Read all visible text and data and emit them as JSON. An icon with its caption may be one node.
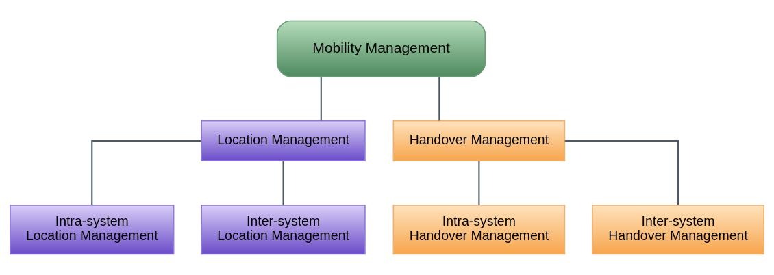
{
  "diagram": {
    "nodes": [
      {
        "text": [
          "Mobility Management"
        ]
      },
      {
        "text": [
          "Location Management"
        ]
      },
      {
        "text": [
          "Handover Management"
        ]
      },
      {
        "text": [
          "Intra-system Location Management"
        ]
      },
      {
        "text": [
          "Inter-system Location Management"
        ]
      },
      {
        "text": [
          "Intra-system Handover Management"
        ]
      },
      {
        "text": [
          "Inter-system Handover Management"
        ]
      }
    ],
    "edges": [
      {
        "from": 0,
        "to": 1,
        "arrow": "none"
      },
      {
        "from": 0,
        "to": 2,
        "arrow": "none"
      },
      {
        "from": 1,
        "to": 3,
        "arrow": "none"
      },
      {
        "from": 1,
        "to": 4,
        "arrow": "none"
      },
      {
        "from": 2,
        "to": 5,
        "arrow": "none"
      },
      {
        "from": 2,
        "to": 6,
        "arrow": "none"
      }
    ]
  }
}
